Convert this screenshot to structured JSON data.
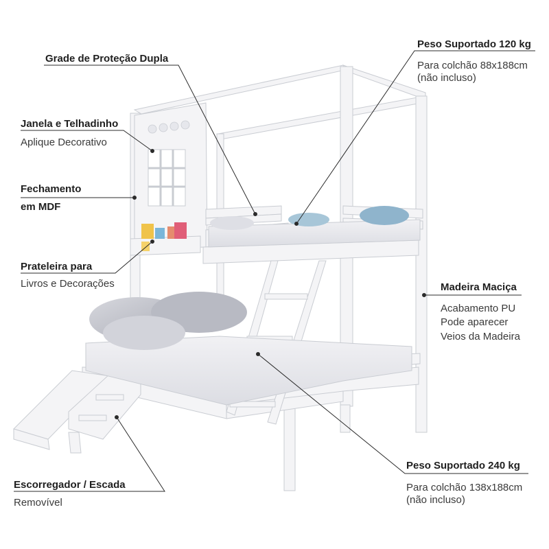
{
  "labels": {
    "grade": {
      "title": "Grade de Proteção Dupla"
    },
    "janela": {
      "title": "Janela e Telhadinho",
      "subtitle": "Aplique Decorativo"
    },
    "fechamento": {
      "title_line1": "Fechamento",
      "title_line2": "em MDF"
    },
    "prateleira": {
      "title": "Prateleira para",
      "subtitle": "Livros e Decorações"
    },
    "escorregador": {
      "title": "Escorregador / Escada",
      "subtitle": "Removível"
    },
    "peso_superior": {
      "title": "Peso Suportado 120 kg",
      "line1": "Para colchão 88x188cm",
      "line2": "(não incluso)"
    },
    "madeira": {
      "title": "Madeira Maciça",
      "line1": "Acabamento PU",
      "line2": "Pode aparecer",
      "line3": "Veios da Madeira"
    },
    "peso_inferior": {
      "title": "Peso Suportado 240 kg",
      "line1": "Para colchão 138x188cm",
      "line2": "(não incluso)"
    }
  },
  "colors": {
    "frame": "#f4f4f6",
    "frame_edge": "#c9ccd2",
    "bedding_grey": "#c7c9d1",
    "pillow_blue": "#8fb4cc",
    "leader_line": "#2b2b2b"
  }
}
